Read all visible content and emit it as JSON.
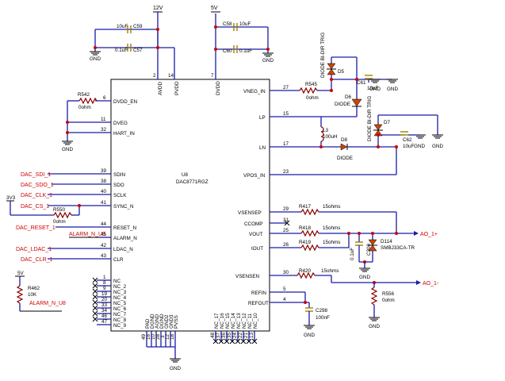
{
  "ic": {
    "ref": "U8",
    "part": "DAC8771RGZ",
    "left_pins": [
      {
        "num": "6",
        "name": "DVDD_EN"
      },
      {
        "num": "11",
        "name": "DVEG"
      },
      {
        "num": "32",
        "name": "HART_IN"
      },
      {
        "num": "39",
        "name": "SDIN"
      },
      {
        "num": "38",
        "name": "SDO"
      },
      {
        "num": "40",
        "name": "SCLK"
      },
      {
        "num": "41",
        "name": "SYNC_N"
      },
      {
        "num": "44",
        "name": "RESET_N"
      },
      {
        "num": "45",
        "name": "ALARM_N"
      },
      {
        "num": "42",
        "name": "LDAC_N"
      },
      {
        "num": "43",
        "name": "CLR"
      }
    ],
    "nc_left_nums": [
      "1",
      "8",
      "9",
      "19",
      "20",
      "33",
      "34",
      "46",
      "47"
    ],
    "nc_left_names": [
      "NC",
      "NC_2",
      "NC_3",
      "NC_4",
      "NC_5",
      "NC_6",
      "NC_7",
      "NC_8",
      "NC_9"
    ],
    "right_pins": [
      {
        "num": "27",
        "name": "VNEG_IN"
      },
      {
        "num": "15",
        "name": "LP"
      },
      {
        "num": "17",
        "name": "LN"
      },
      {
        "num": "23",
        "name": "VPOS_IN"
      },
      {
        "num": "29",
        "name": "VSENSEP"
      },
      {
        "num": "31",
        "name": "CCOMP"
      },
      {
        "num": "25",
        "name": "VOUT"
      },
      {
        "num": "26",
        "name": "IOUT"
      },
      {
        "num": "30",
        "name": "VSENSEN"
      },
      {
        "num": "5",
        "name": "REFIN"
      },
      {
        "num": "4",
        "name": "REFOUT"
      }
    ],
    "top_pins": [
      {
        "num": "2",
        "name": "AVDD"
      },
      {
        "num": "14",
        "name": "PVDD"
      },
      {
        "num": "7",
        "name": "DVDD"
      }
    ],
    "bottom_pins_left": [
      {
        "num": "49",
        "name": "PAD"
      },
      {
        "num": "16",
        "name": "DGND"
      },
      {
        "num": "10",
        "name": "AGND"
      },
      {
        "num": "28",
        "name": "DGND"
      },
      {
        "num": "3",
        "name": "GND2"
      },
      {
        "num": "12",
        "name": "GND3"
      },
      {
        "num": "18",
        "name": "PVSS"
      }
    ],
    "bottom_nc_nums": [
      "48",
      "37",
      "36",
      "35",
      "24",
      "22",
      "21",
      "13"
    ],
    "bottom_nc_names": [
      "NC_17",
      "NC_16",
      "NC_15",
      "NC_14",
      "NC_13",
      "NC_12",
      "NC_11",
      "NC_10"
    ]
  },
  "rails": {
    "v12": "12V",
    "v5_top": "5V",
    "v5_left": "5V",
    "v3v3": "3V3"
  },
  "gnd_label": "GND",
  "components": {
    "C59": {
      "ref": "C59",
      "value": "10uF"
    },
    "C57": {
      "ref": "C57",
      "value": "0.1uF"
    },
    "C58": {
      "ref": "C58",
      "value": "10uF"
    },
    "C60": {
      "ref": "C60",
      "value": "0.1uF"
    },
    "R542": {
      "ref": "R542",
      "value": "0ohm"
    },
    "R545": {
      "ref": "R545",
      "value": "0ohm"
    },
    "D5": {
      "ref": "D5",
      "type": "DIODE BI-DIR TRIG"
    },
    "C61": {
      "ref": "C61",
      "value": "10uF"
    },
    "D6": {
      "ref": "D6",
      "type": "DIODE"
    },
    "L3": {
      "ref": "L3",
      "value": "100uH"
    },
    "D8": {
      "ref": "D8",
      "type": "DIODE"
    },
    "D7": {
      "ref": "D7",
      "type": "DIODE BI-DIR TRIG"
    },
    "C62": {
      "ref": "C62",
      "value": "10uF"
    },
    "R550": {
      "ref": "R550",
      "value": "0ohm"
    },
    "R417": {
      "ref": "R417",
      "value": "15ohms"
    },
    "R418": {
      "ref": "R418",
      "value": "15ohms"
    },
    "R419": {
      "ref": "R419",
      "value": "15ohms"
    },
    "R420": {
      "ref": "R420",
      "value": "15ohms"
    },
    "C300": {
      "ref": "C300",
      "value": "0.1uF"
    },
    "D114": {
      "ref": "D114",
      "value": "SMBJ33CA-TR"
    },
    "R556": {
      "ref": "R556",
      "value": "0ohm"
    },
    "C298": {
      "ref": "C298",
      "value": "100nF"
    },
    "R462": {
      "ref": "R462",
      "value": "10K"
    }
  },
  "nets": {
    "dac_sdi": "DAC_SDI_1",
    "dac_sdo": "DAC_SDO_1",
    "dac_clk": "DAC_CLK_1",
    "dac_cs": "DAC_CS_1",
    "dac_reset": "DAC_RESET_1",
    "alarm": "ALARM_N_U8",
    "dac_ldac": "DAC_LDAC_1",
    "dac_clr": "DAC_CLR_1",
    "alarm_pullup": "ALARM_N_U8",
    "ao_pos": "AO_1+",
    "ao_neg": "AO_1-"
  },
  "colors": {
    "wire": "#1a1aaa",
    "net_label": "#cc0000",
    "resistor": "#8b0000",
    "capacitor": "#a08000"
  }
}
